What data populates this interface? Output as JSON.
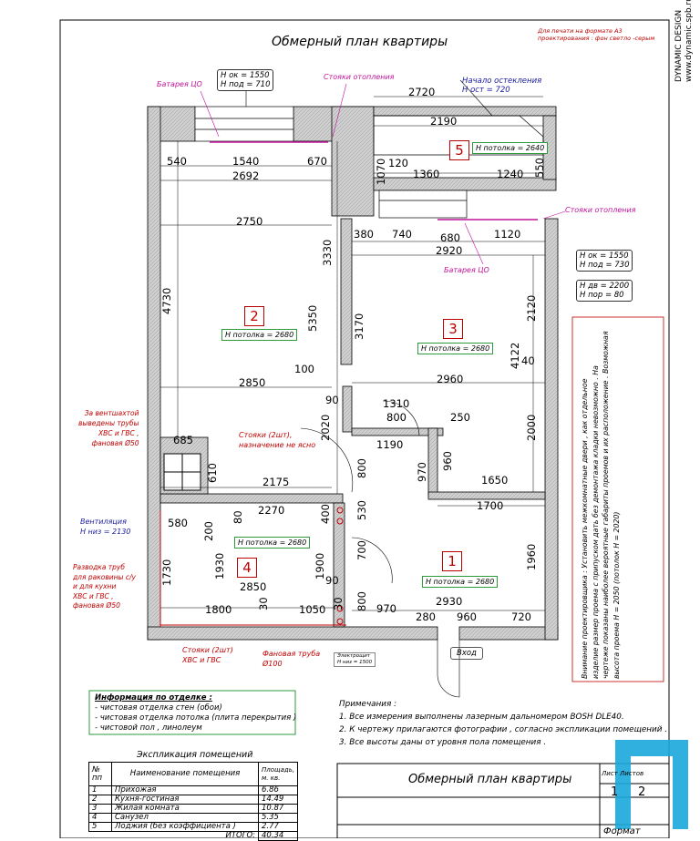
{
  "title": "Обмерный план квартиры",
  "print_note": [
    "Для печати на формате А3",
    "проектирования : фон светло -серым"
  ],
  "brand": {
    "name": "DYNAMIC DESIGN",
    "url": "www.dynamic.spb.ru"
  },
  "rooms": [
    {
      "num": "1",
      "height": "H потолка = 2680"
    },
    {
      "num": "2",
      "height": "H потолка = 2680"
    },
    {
      "num": "3",
      "height": "H потолка = 2680"
    },
    {
      "num": "4",
      "height": "H потолка = 2680"
    },
    {
      "num": "5",
      "height": "H потолка = 2640"
    }
  ],
  "callouts": {
    "window1": [
      "H ок = 1550",
      "H под = 710"
    ],
    "window2": [
      "H ок = 1550",
      "H под = 730"
    ],
    "door": [
      "H дв = 2200",
      "H пор = 80"
    ],
    "battery1": "Батарея ЦО",
    "battery2": "Батарея ЦО",
    "risers1": "Стояки отопления",
    "risers2": "Стояки отопления",
    "balcony_start": [
      "Начало остекления",
      "H ост = 720"
    ],
    "left1": [
      "За вентшахтой",
      "выведены трубы",
      "ХВС и ГВС ,",
      "фановая Ø50"
    ],
    "risers_unknown": [
      "Стояки (2шт),",
      "назначение не ясно"
    ],
    "vent": [
      "Вентиляция",
      "H низ = 2130"
    ],
    "pipes": [
      "Разводка труб",
      "для раковины с/у",
      "и для кухни",
      "ХВС и ГВС ,",
      "фановая Ø50"
    ],
    "risers_water": [
      "Стояки (2шт)",
      "ХВС и ГВС"
    ],
    "fan_pipe": [
      "Фановая труба",
      "Ø100"
    ],
    "meter": [
      "Электрощит",
      "Н низ = 1500"
    ],
    "entrance": "Вход"
  },
  "dims": {
    "d2720": "2720",
    "d2190": "2190",
    "d1070": "1070",
    "d120": "120",
    "d1360": "1360",
    "d1240": "1240",
    "d550": "550",
    "d540": "540",
    "d1540": "1540",
    "d670": "670",
    "d2692": "2692",
    "d2750": "2750",
    "d3330": "3330",
    "d4730": "4730",
    "d5350": "5350",
    "d380": "380",
    "d740": "740",
    "d680": "680",
    "d1120": "1120",
    "d2920": "2920",
    "d2120": "2120",
    "d3170": "3170",
    "d4122": "4122",
    "d100": "100",
    "d2850a": "2850",
    "d2960": "2960",
    "d40": "40",
    "d90a": "90",
    "d1310": "1310",
    "d800a": "800",
    "d250": "250",
    "d2020": "2020",
    "d1190": "1190",
    "d2000": "2000",
    "d970a": "970",
    "d960a": "960",
    "d1650": "1650",
    "d685": "685",
    "d610": "610",
    "d2175": "2175",
    "d800b": "800",
    "d1700": "1700",
    "d580": "580",
    "d2270": "2270",
    "d80": "80",
    "d400": "400",
    "d530": "530",
    "d200": "200",
    "d1730": "1730",
    "d1930": "1930",
    "d2850b": "2850",
    "d1900": "1900",
    "d700": "700",
    "d1960": "1960",
    "d90b": "90",
    "d1800": "1800",
    "d30a": "30",
    "d1050": "1050",
    "d30b": "30",
    "d800c": "800",
    "d970b": "970",
    "d2930": "2930",
    "d280": "280",
    "d960b": "960",
    "d720": "720"
  },
  "side_note": [
    "Внимание проектировщика : Установить межкомнатные двери , как отдельное",
    "изделие размер проема с припуском дать без демонтажа кладки невозможно . На",
    "чертеже показаны наиболее вероятные габариты проемов и их расположение . Возможная",
    "высота проема H = 2050 (потолок H = 2020)"
  ],
  "finish_info": {
    "title": "Информация по отделке :",
    "items": [
      "- чистовая отделка стен (обои)",
      "- чистовая отделка потолка (плита перекрытия )",
      "- чистовой пол , линолеум"
    ]
  },
  "notes": {
    "title": "Примечания :",
    "items": [
      "1. Все измерения выполнены лазерным дальномером BOSH DLE40.",
      "2. К чертежу прилагаются фотографии , согласно экспликации помещений .",
      "3. Все высоты даны от уровня пола помещения ."
    ]
  },
  "explication": {
    "title": "Экспликация помещений",
    "headers": [
      "№ пп",
      "Наименование помещения",
      "Площадь, м. кв."
    ],
    "rows": [
      [
        "1",
        "Прихожая",
        "6.86"
      ],
      [
        "2",
        "Кухня-гостиная",
        "14.49"
      ],
      [
        "3",
        "Жилая комната",
        "10.87"
      ],
      [
        "4",
        "Санузел",
        "5.35"
      ],
      [
        "5",
        "Лоджия (без коэффициента )",
        "2.77"
      ]
    ],
    "total_label": "ИТОГО:",
    "total": "40.34"
  },
  "stamp": {
    "title": "Обмерный план квартиры",
    "sheet_label": "Лист",
    "sheets_label": "Листов",
    "sheet": "1",
    "sheets": "2",
    "format_label": "Формат"
  },
  "colors": {
    "wall": "#d0d0d0",
    "red": "#c00000",
    "magenta": "#c0129a",
    "green": "#2e9a3c",
    "logo": "#1aa7dc"
  }
}
